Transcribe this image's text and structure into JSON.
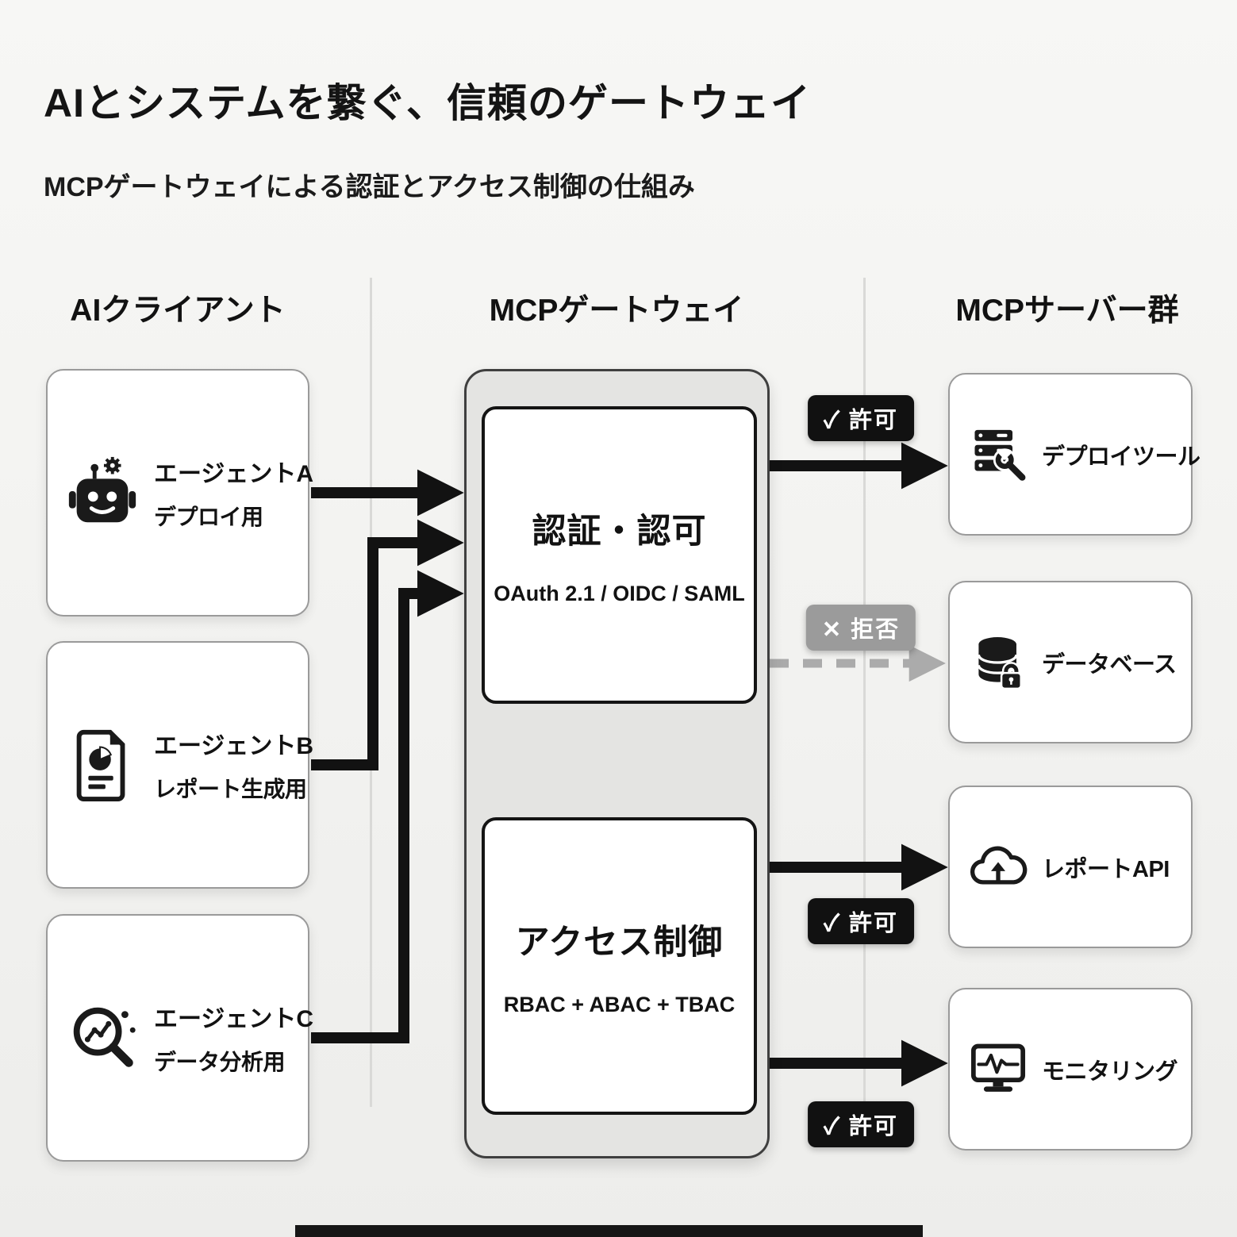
{
  "header": {
    "title": "AIとシステムを繋ぐ、信頼のゲートウェイ",
    "subtitle": "MCPゲートウェイによる認証とアクセス制御の仕組み"
  },
  "columns": {
    "clients_header": "AIクライアント",
    "gateway_header": "MCPゲートウェイ",
    "servers_header": "MCPサーバー群"
  },
  "clients": [
    {
      "name": "エージェントA",
      "role": "デプロイ用",
      "icon": "robot-icon"
    },
    {
      "name": "エージェントB",
      "role": "レポート生成用",
      "icon": "report-document-icon"
    },
    {
      "name": "エージェントC",
      "role": "データ分析用",
      "icon": "magnifier-analytics-icon"
    }
  ],
  "gateway": {
    "auth_title": "認証・認可",
    "auth_protocols": "OAuth 2.1 / OIDC / SAML",
    "access_title": "アクセス制御",
    "access_models": "RBAC + ABAC + TBAC"
  },
  "servers": [
    {
      "label": "デプロイツール",
      "icon": "server-wrench-icon",
      "decision": "allow"
    },
    {
      "label": "データベース",
      "icon": "database-lock-icon",
      "decision": "deny"
    },
    {
      "label": "レポートAPI",
      "icon": "cloud-api-icon",
      "decision": "allow"
    },
    {
      "label": "モニタリング",
      "icon": "monitor-pulse-icon",
      "decision": "allow"
    }
  ],
  "badges": {
    "allow": "✓ 許可",
    "deny": "✕ 拒否"
  },
  "colors": {
    "background": "#f3f3f1",
    "ink": "#121212",
    "card_border": "#9a9a9a",
    "gateway_fill": "#e4e4e2",
    "gateway_border": "#3f3f3f",
    "badge_allow_bg": "#111111",
    "badge_deny_bg": "#9b9b9b",
    "deny_arrow": "#ababab"
  }
}
